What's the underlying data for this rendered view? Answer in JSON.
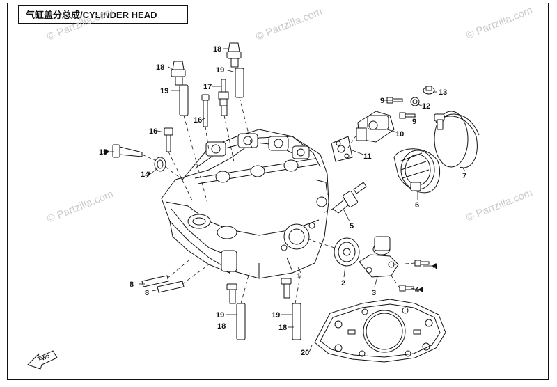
{
  "title": "气缸盖分总成/CYLINDER HEAD",
  "watermark": "© Partzilla.com",
  "direction_mark": "FWD",
  "callouts": [
    "1",
    "2",
    "3",
    "4",
    "4",
    "5",
    "6",
    "7",
    "8",
    "8",
    "9",
    "9",
    "10",
    "11",
    "12",
    "13",
    "14",
    "15",
    "16",
    "17",
    "18",
    "18",
    "18",
    "19",
    "19",
    "19",
    "19",
    "20"
  ]
}
